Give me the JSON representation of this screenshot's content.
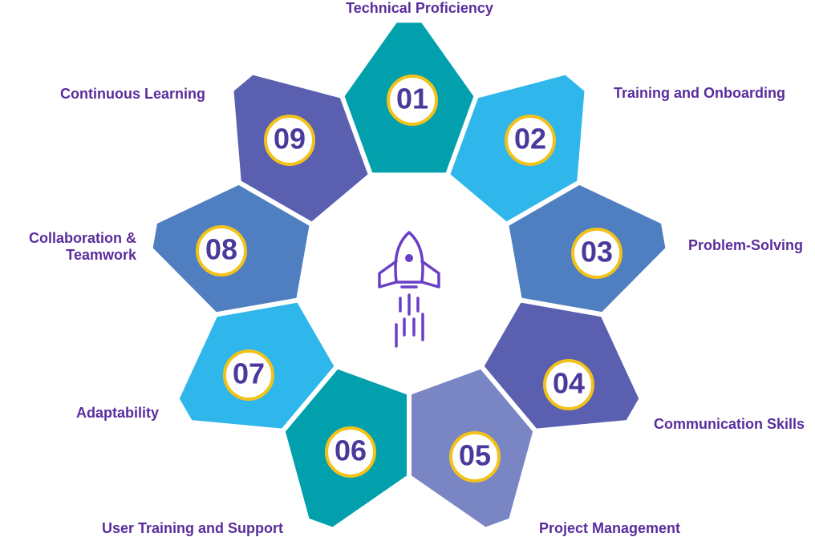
{
  "colors": {
    "label_text": "#5a2d9c",
    "number_text": "#4b3a9c",
    "badge_fill": "#ffffff",
    "badge_ring": "#f2c21b",
    "center_fill": "#ffffff",
    "rocket": "#6a3fc7"
  },
  "center": {
    "icon": "rocket-icon"
  },
  "segments": [
    {
      "number": "01",
      "label": "Technical Proficiency",
      "color": "#02a0ad"
    },
    {
      "number": "02",
      "label": "Training and Onboarding",
      "color": "#2fb6ea"
    },
    {
      "number": "03",
      "label": "Problem-Solving",
      "color": "#4f7fc1"
    },
    {
      "number": "04",
      "label": "Communication Skills",
      "color": "#5a5faf"
    },
    {
      "number": "05",
      "label": "Project Management",
      "color": "#7a85c4"
    },
    {
      "number": "06",
      "label": "User Training and Support",
      "color": "#02a0ad"
    },
    {
      "number": "07",
      "label": "Adaptability",
      "color": "#2fb6ea"
    },
    {
      "number": "08",
      "label": "Collaboration & Teamwork",
      "label_lines": [
        "Collaboration &",
        "Teamwork"
      ],
      "color": "#4f7fc1"
    },
    {
      "number": "09",
      "label": "Continuous Learning",
      "color": "#5a5faf"
    }
  ]
}
